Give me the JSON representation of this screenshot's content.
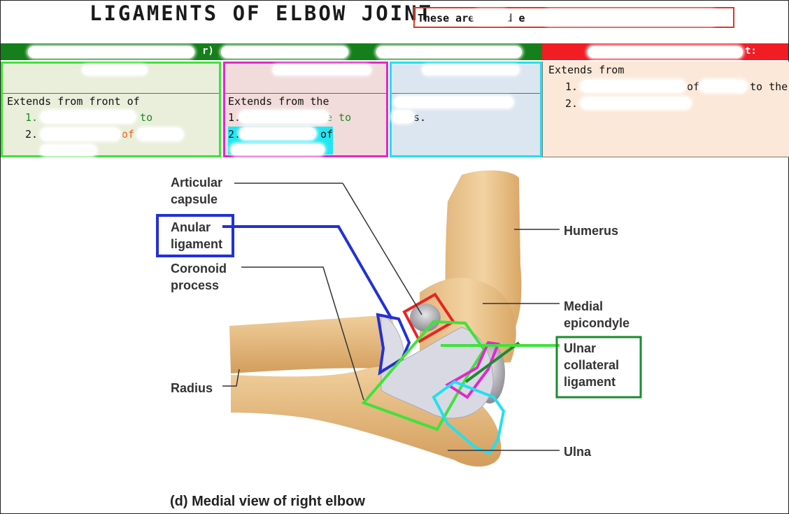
{
  "title": "LIGAMENTS OF ELBOW JOINT",
  "subtitle": "These are  l and                e",
  "header": {
    "left_text": "r)  :           and",
    "right_text": "t:"
  },
  "columns": {
    "anterior": {
      "line1": "Extends from front of",
      "item1_num": "1.",
      "item1_text": ", to",
      "item2_num": "2.",
      "item2_text": "of"
    },
    "middle": {
      "line1": "Extends from the",
      "item1_num": "1.",
      "item1_text": "e to",
      "item2_num": "2.",
      "item2_text": "of"
    },
    "posterior": {
      "line1": "'s."
    },
    "lateral": {
      "line1": "Extends from",
      "item1_num": "1.",
      "item1_text": "of",
      "item1_tail": "to the",
      "item2_num": "2."
    }
  },
  "diagram": {
    "labels": {
      "articular_capsule": "Articular capsule",
      "anular_ligament": "Anular ligament",
      "coronoid_process": "Coronoid process",
      "radius": "Radius",
      "humerus": "Humerus",
      "medial_epicondyle": "Medial epicondyle",
      "ulnar_collateral_ligament": "Ulnar collateral ligament",
      "ulna": "Ulna"
    },
    "caption": "(d) Medial view of right elbow"
  },
  "colors": {
    "title_box": "#e53322",
    "header_green": "#15801b",
    "header_red": "#f21c24",
    "anular_outline": "#2230d8",
    "capsule_outline": "#e82424",
    "ulnar_outline": "#3fe23b",
    "magenta_outline": "#e129c8",
    "cyan_outline": "#22e0ef",
    "dark_green_box": "#1e8a30"
  }
}
